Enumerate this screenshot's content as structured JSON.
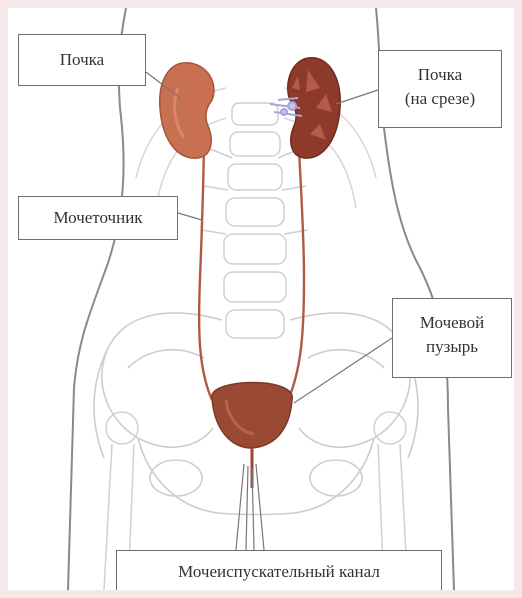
{
  "labels": {
    "kidney": "Почка",
    "kidney_section_line1": "Почка",
    "kidney_section_line2": "(на срезе)",
    "ureter": "Мочеточник",
    "bladder_line1": "Мочевой",
    "bladder_line2": "пузырь",
    "urethra": "Мочеиспускательный канал"
  },
  "colors": {
    "background": "#f4e8e9",
    "kidney": "#c8704f",
    "kidney_cut": "#8e3a2a",
    "bladder": "#9a4a34",
    "ureter": "#b05a45",
    "skeleton_outline": "#c9c9c9",
    "body_outline": "#8a8a8a",
    "callout_line": "#777777"
  }
}
